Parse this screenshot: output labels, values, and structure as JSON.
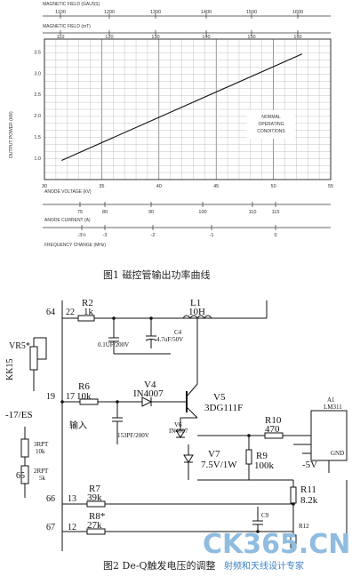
{
  "chart": {
    "top_axis_title": "MAGNETIC FIELD (GAUSS)",
    "top_ticks": [
      "1100",
      "1200",
      "1300",
      "1400",
      "1500",
      "1600"
    ],
    "second_axis_title": "MAGNETIC FIELD (mT)",
    "second_ticks": [
      "110",
      "120",
      "130",
      "140",
      "150",
      "160"
    ],
    "y_label": "OUTPUT POWER (kW)",
    "y_ticks": [
      "3.5",
      "3.0",
      "2.5",
      "2.0",
      "1.5",
      "1.0"
    ],
    "x_ticks": [
      "30",
      "35",
      "40",
      "45",
      "50",
      "55"
    ],
    "x_label": "ANODE VOLTAGE (kV)",
    "current_ticks": [
      "75",
      "80",
      "90",
      "100",
      "110",
      "115"
    ],
    "current_label": "ANODE CURRENT (A)",
    "freq_ticks": [
      "-3½",
      "-3",
      "-2",
      "-1",
      "0"
    ],
    "freq_label": "FREQUENCY CHANGE (MHz)",
    "annotation": [
      "NORMAL",
      "OPERATING",
      "CONDITIONS"
    ]
  },
  "chart_data": {
    "type": "line",
    "xlabel": "ANODE VOLTAGE (kV)",
    "ylabel": "OUTPUT POWER (kW)",
    "xlim": [
      30,
      55
    ],
    "ylim": [
      0.5,
      3.8
    ],
    "x": [
      31.5,
      52.5
    ],
    "y": [
      0.95,
      3.45
    ]
  },
  "fig1_caption": "图1   磁控管输出功率曲线",
  "schematic": {
    "node_64": "64",
    "node_22": "22",
    "r2_name": "R2",
    "r2_val": "1k",
    "l1_name": "L1",
    "l1_val": "10H",
    "c_top": "0.1UF/200V",
    "c4_name": "C4",
    "c4_val": "4.7uF/50V",
    "vr5": "VR5*",
    "kk15": "KK15",
    "node_19": "19",
    "node_17": "17",
    "r6_name": "R6",
    "r6_val": "10k",
    "v4_name": "V4",
    "v4_val": "IN4007",
    "v5_name": "V5",
    "v5_val": "3DG111F",
    "es": "-17/ES",
    "input": "输入",
    "c_mid": "153PF/200V",
    "v6": "V6",
    "v6_val": "IN4007",
    "r10_name": "R10",
    "r10_val": "470",
    "a1": "A1",
    "ic": "LM311",
    "rpt3": "3RPT",
    "rpt3_val": "10k",
    "rpt2": "2RPT",
    "rpt2_val": "5k",
    "v7_name": "V7",
    "v7_val": "7.5V/1W",
    "r9_name": "R9",
    "r9_val": "100k",
    "neg5": "-5V",
    "gnd": "GND",
    "node_65": "65",
    "node_66": "66",
    "node_13": "13",
    "r7_name": "R7",
    "r7_val": "39k",
    "r11_name": "R11",
    "r11_val": "8.2k",
    "node_67": "67",
    "node_12": "12",
    "r8_name": "R8*",
    "r8_val": "27k",
    "c9": "C9",
    "r12": "R12"
  },
  "fig2_caption": "图2   De-Q触发电压的调整",
  "watermark": {
    "brand": "CK365.CN",
    "slogan": "射频和天线设计专家"
  }
}
